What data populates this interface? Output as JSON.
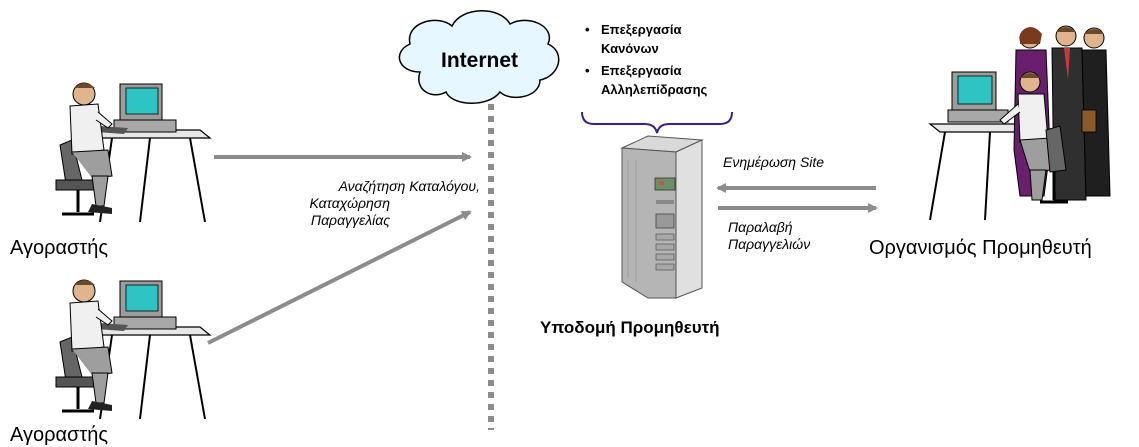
{
  "cloud_label": "Internet",
  "bullets": [
    {
      "line1": "Επεξεργασία",
      "line2": "Κανόνων"
    },
    {
      "line1": "Επεξεργασία",
      "line2": "Αλληλεπίδρασης"
    }
  ],
  "buyer_top": "Αγοραστής",
  "buyer_bottom": "Αγοραστής",
  "search_text": {
    "line1": "Αναζήτηση Καταλόγου,",
    "line2": "Καταχώρηση",
    "line3": "Παραγγελίας"
  },
  "site_update": "Ενημέρωση  Site",
  "order_receipt": {
    "line1": "Παραλαβή",
    "line2": "Παραγγελιών"
  },
  "supplier_org": "Οργανισμός Προμηθευτή",
  "supplier_infra": "Υποδομή Προμηθευτή",
  "colors": {
    "arrow": "#8c8c8c",
    "cloud_fill": "#e6f7ff",
    "server_gray": "#c8c8c8",
    "bracket": "#3a1f8c"
  }
}
